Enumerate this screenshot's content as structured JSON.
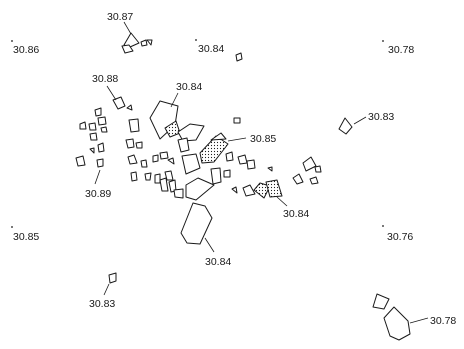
{
  "figure": {
    "corner_elevations": {
      "top_left": "30.86",
      "top_center": "30.84",
      "top_right": "30.78",
      "middle_left": "30.85",
      "middle_right": "30.76"
    },
    "callouts": {
      "top_stone": "30.87",
      "left_upper_cluster": "30.88",
      "center_large_stone": "30.84",
      "center_right_fragment": "30.85",
      "right_single_stone": "30.83",
      "left_lower_cluster": "30.89",
      "right_cluster": "30.84",
      "bottom_large_stone": "30.84",
      "bottom_left_stone": "30.83",
      "bottom_right_stones": "30.78"
    }
  }
}
